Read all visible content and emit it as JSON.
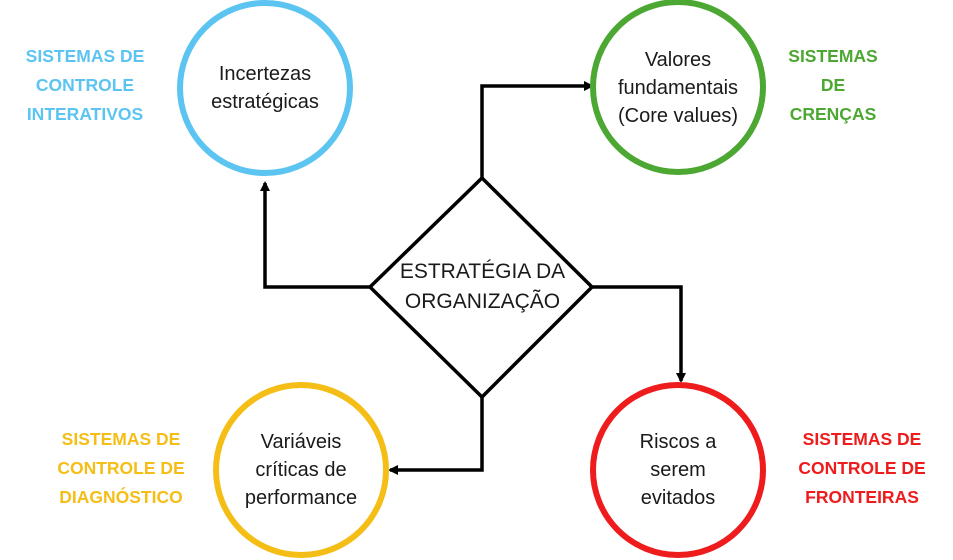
{
  "center": {
    "lines": [
      "ESTRATÉGIA DA",
      "ORGANIZAÇÃO"
    ]
  },
  "nodes": {
    "interactive": {
      "lines": [
        "Incertezas",
        "estratégicas"
      ],
      "label_lines": [
        "SISTEMAS DE",
        "CONTROLE",
        "INTERATIVOS"
      ],
      "color": "#5BC4F1"
    },
    "beliefs": {
      "lines": [
        "Valores",
        "fundamentais",
        "(Core values)"
      ],
      "label_lines": [
        "SISTEMAS",
        "DE",
        "CRENÇAS"
      ],
      "color": "#4CA832"
    },
    "diagnostic": {
      "lines": [
        "Variáveis",
        "críticas de",
        "performance"
      ],
      "label_lines": [
        "SISTEMAS DE",
        "CONTROLE DE",
        "DIAGNÓSTICO"
      ],
      "color": "#F5BE16"
    },
    "boundary": {
      "lines": [
        "Riscos a",
        "serem",
        "evitados"
      ],
      "label_lines": [
        "SISTEMAS DE",
        "CONTROLE DE",
        "FRONTEIRAS"
      ],
      "color": "#EE1C1C"
    }
  }
}
